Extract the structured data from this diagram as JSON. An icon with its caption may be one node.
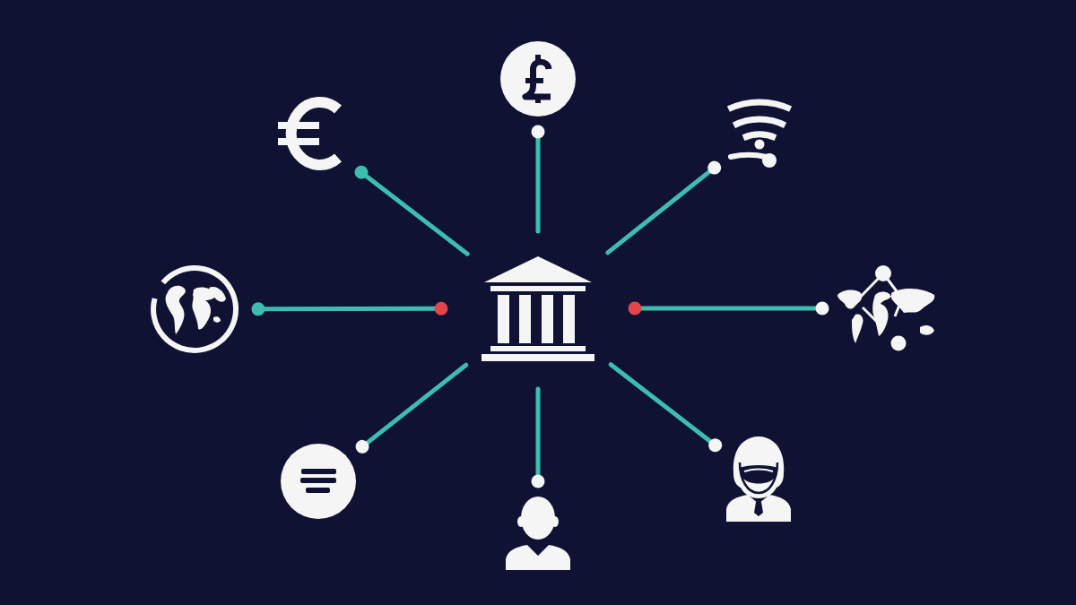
{
  "diagram": {
    "nodes": [
      {
        "text": [],
        "shape": "picture"
      },
      {
        "text": [],
        "shape": "picture"
      },
      {
        "text": [],
        "shape": "picture"
      },
      {
        "text": [],
        "shape": "picture"
      },
      {
        "text": [],
        "shape": "picture"
      },
      {
        "text": [],
        "shape": "picture"
      },
      {
        "text": [],
        "shape": "picture"
      },
      {
        "text": [],
        "shape": "picture"
      },
      {
        "text": [],
        "shape": "picture"
      }
    ],
    "edges": [
      {
        "from": 0,
        "to": 4,
        "arrow": "other"
      },
      {
        "from": 1,
        "to": 4,
        "arrow": "other"
      },
      {
        "from": 2,
        "to": 4,
        "arrow": "other"
      },
      {
        "from": 3,
        "to": 4,
        "arrow": "other"
      },
      {
        "from": 5,
        "to": 4,
        "arrow": "other"
      },
      {
        "from": 6,
        "to": 4,
        "arrow": "other"
      },
      {
        "from": 7,
        "to": 4,
        "arrow": "other"
      },
      {
        "from": 8,
        "to": 4,
        "arrow": "other"
      }
    ]
  }
}
